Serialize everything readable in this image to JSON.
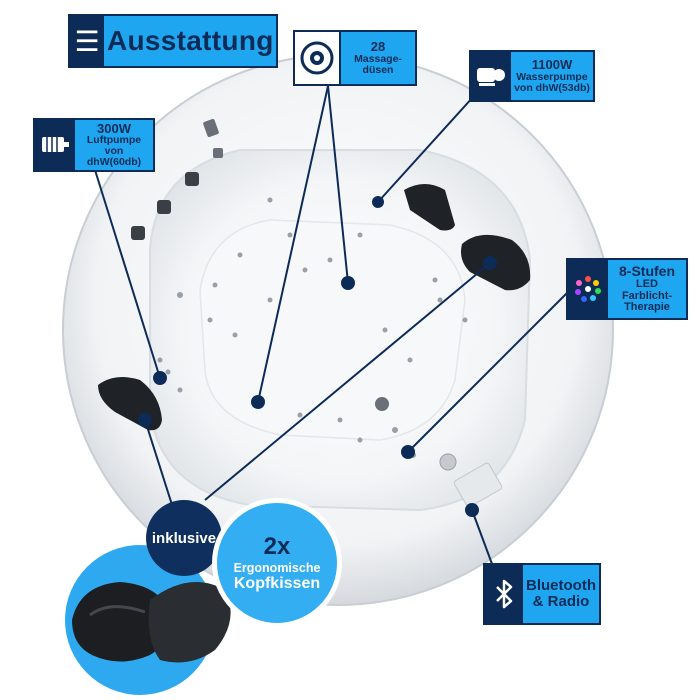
{
  "header": {
    "title": "Ausstattung",
    "icon": "list-icon"
  },
  "features": {
    "massage": {
      "line1": "28",
      "line2": "Massage-",
      "line3": "düsen",
      "icon": "nozzle-icon"
    },
    "water_pump": {
      "line1": "1100W",
      "line2": "Wasserpumpe",
      "line3": "von dhW(53db)",
      "icon": "pump-icon"
    },
    "air_pump": {
      "line1": "300W",
      "line2": "Luftpumpe",
      "line3": "von dhW(60db)",
      "icon": "motor-icon"
    },
    "led": {
      "line1": "8-Stufen",
      "line2": "LED Farblicht-",
      "line3": "Therapie",
      "icon": "led-icon"
    },
    "bluetooth": {
      "line1": "Bluetooth",
      "line2": "& Radio",
      "icon": "bluetooth-icon"
    }
  },
  "pillows": {
    "badge": "inklusive",
    "count": "2x",
    "line1": "Ergonomische",
    "line2": "Kopfkissen"
  },
  "colors": {
    "navy": "#0d2b57",
    "blue": "#1ea7f0",
    "badge_blue": "#33aef2",
    "dark_badge": "#0f2f5e"
  }
}
